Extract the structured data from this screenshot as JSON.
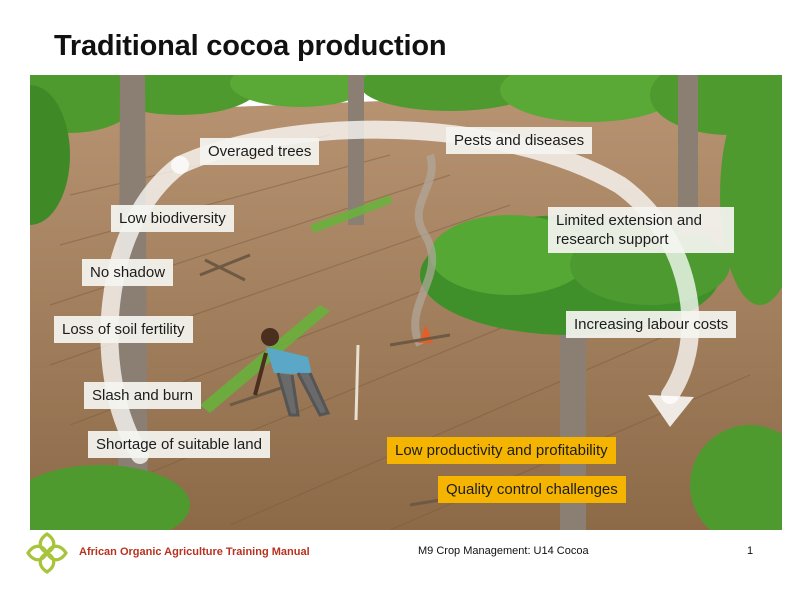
{
  "slide": {
    "title": "Traditional cocoa production",
    "labels": {
      "overaged_trees": "Overaged trees",
      "pests_diseases": "Pests and diseases",
      "low_biodiversity": "Low biodiversity",
      "limited_extension": "Limited extension and research support",
      "no_shadow": "No shadow",
      "loss_soil_fertility": "Loss of soil fertility",
      "increasing_labour": "Increasing labour costs",
      "slash_burn": "Slash and burn",
      "shortage_land": "Shortage of suitable land",
      "low_productivity": "Low productivity and profitability",
      "quality_control": "Quality control challenges"
    }
  },
  "footer": {
    "manual": "African Organic Agriculture Training Manual",
    "module": "M9 Crop Management: U14 Cocoa",
    "page": "1"
  },
  "colors": {
    "highlight": "#f5b400",
    "footer_red": "#b8321f",
    "logo_green": "#a7c43c",
    "soil": "#9c7a55",
    "foliage": "#4f9a2e"
  },
  "icons": {
    "logo": "knot-logo-icon",
    "cycle_arrow": "circular-arrow-icon"
  }
}
